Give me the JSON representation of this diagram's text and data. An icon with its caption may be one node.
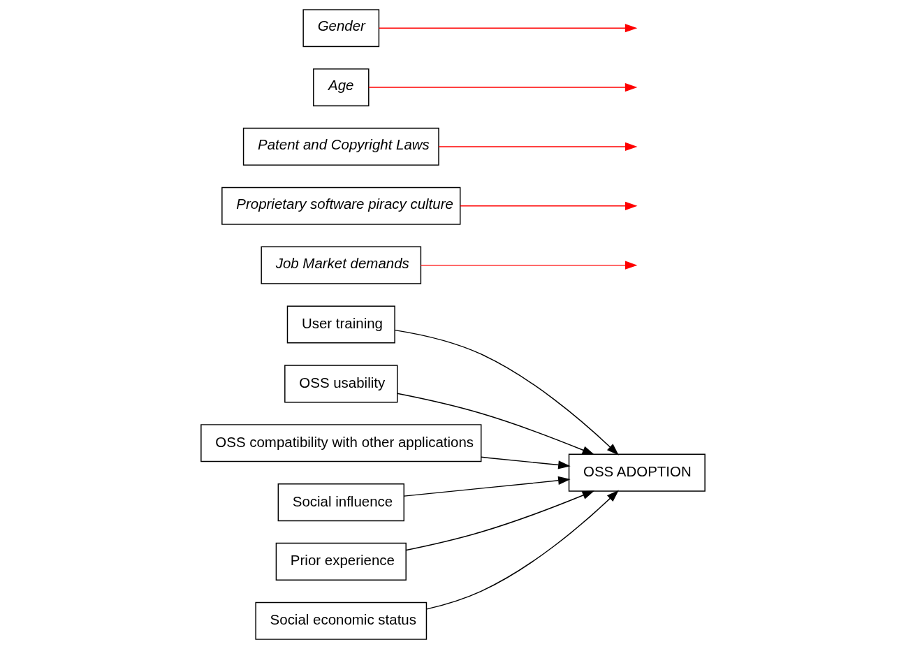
{
  "diagram": {
    "nodes": [
      {
        "text": [
          "User training"
        ]
      },
      {
        "text": [
          "OSS usability"
        ]
      },
      {
        "text": [
          "OSS compatibility with other applications"
        ]
      },
      {
        "text": [
          "Social influence"
        ]
      },
      {
        "text": [
          "Prior experience"
        ]
      },
      {
        "text": [
          "Social economic status"
        ]
      },
      {
        "text": [
          "OSS ADOPTION"
        ]
      },
      {
        "text": [
          "Job Market demands"
        ]
      },
      {
        "text": [
          "Proprietary software piracy culture"
        ]
      },
      {
        "text": [
          "Patent and Copyright Laws"
        ]
      },
      {
        "text": [
          "Age"
        ]
      },
      {
        "text": [
          "Gender"
        ]
      }
    ],
    "edges": [
      {
        "from": 0,
        "to": 6,
        "arrow": "to"
      },
      {
        "from": 1,
        "to": 6,
        "arrow": "to"
      },
      {
        "from": 2,
        "to": 6,
        "arrow": "to"
      },
      {
        "from": 3,
        "to": 6,
        "arrow": "to"
      },
      {
        "from": 4,
        "to": 6,
        "arrow": "to"
      },
      {
        "from": 5,
        "to": 6,
        "arrow": "to"
      },
      {
        "from": 7,
        "to": null,
        "arrow": "to",
        "color": "#ff0000"
      },
      {
        "from": 8,
        "to": null,
        "arrow": "to",
        "color": "#ff0000"
      },
      {
        "from": 9,
        "to": null,
        "arrow": "to",
        "color": "#ff0000"
      },
      {
        "from": 10,
        "to": null,
        "arrow": "to",
        "color": "#ff0000"
      },
      {
        "from": 11,
        "to": null,
        "arrow": "to",
        "color": "#ff0000"
      }
    ]
  }
}
